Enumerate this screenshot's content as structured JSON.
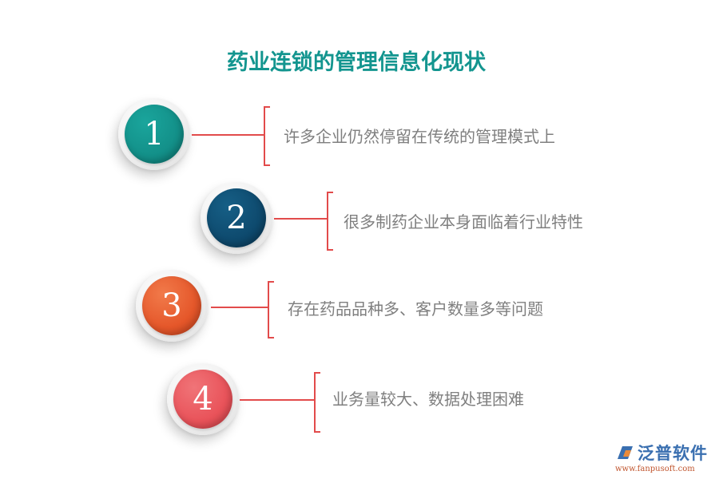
{
  "title": "药业连锁的管理信息化现状",
  "colors": {
    "title": "#13958f",
    "connector": "#e24b4b",
    "text": "#7f7f7f"
  },
  "items": [
    {
      "number": "1",
      "text": "许多企业仍然停留在传统的管理模式上",
      "color": "#139089"
    },
    {
      "number": "2",
      "text": "很多制药企业本身面临着行业特性",
      "color": "#0e4a6e"
    },
    {
      "number": "3",
      "text": "存在药品品种多、客户数量多等问题",
      "color": "#e5572a"
    },
    {
      "number": "4",
      "text": "业务量较大、数据处理困难",
      "color": "#e9535a"
    }
  ],
  "logo": {
    "name": "泛普软件",
    "url": "www.fanpusoft.com"
  }
}
